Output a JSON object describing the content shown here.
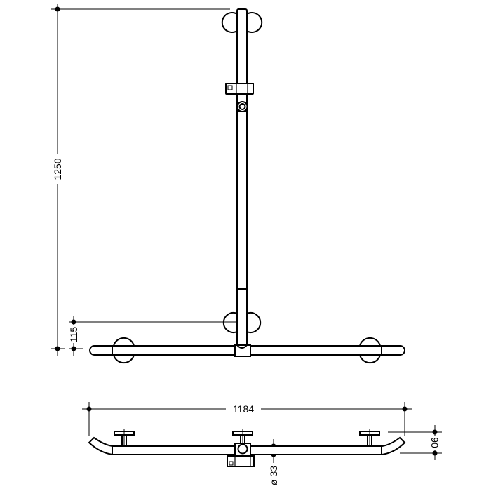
{
  "drawing": {
    "title": "Shower T-grab bar with sliding shower head holder — technical drawing",
    "views": {
      "front": "front-view",
      "top": "top-view"
    },
    "dimensions": {
      "overall_height": "1250",
      "lower_offset": "115",
      "overall_width": "1184",
      "wall_projection": "90",
      "tube_diameter": "ø 33"
    },
    "colors": {
      "line": "#000000",
      "background": "#ffffff"
    }
  }
}
